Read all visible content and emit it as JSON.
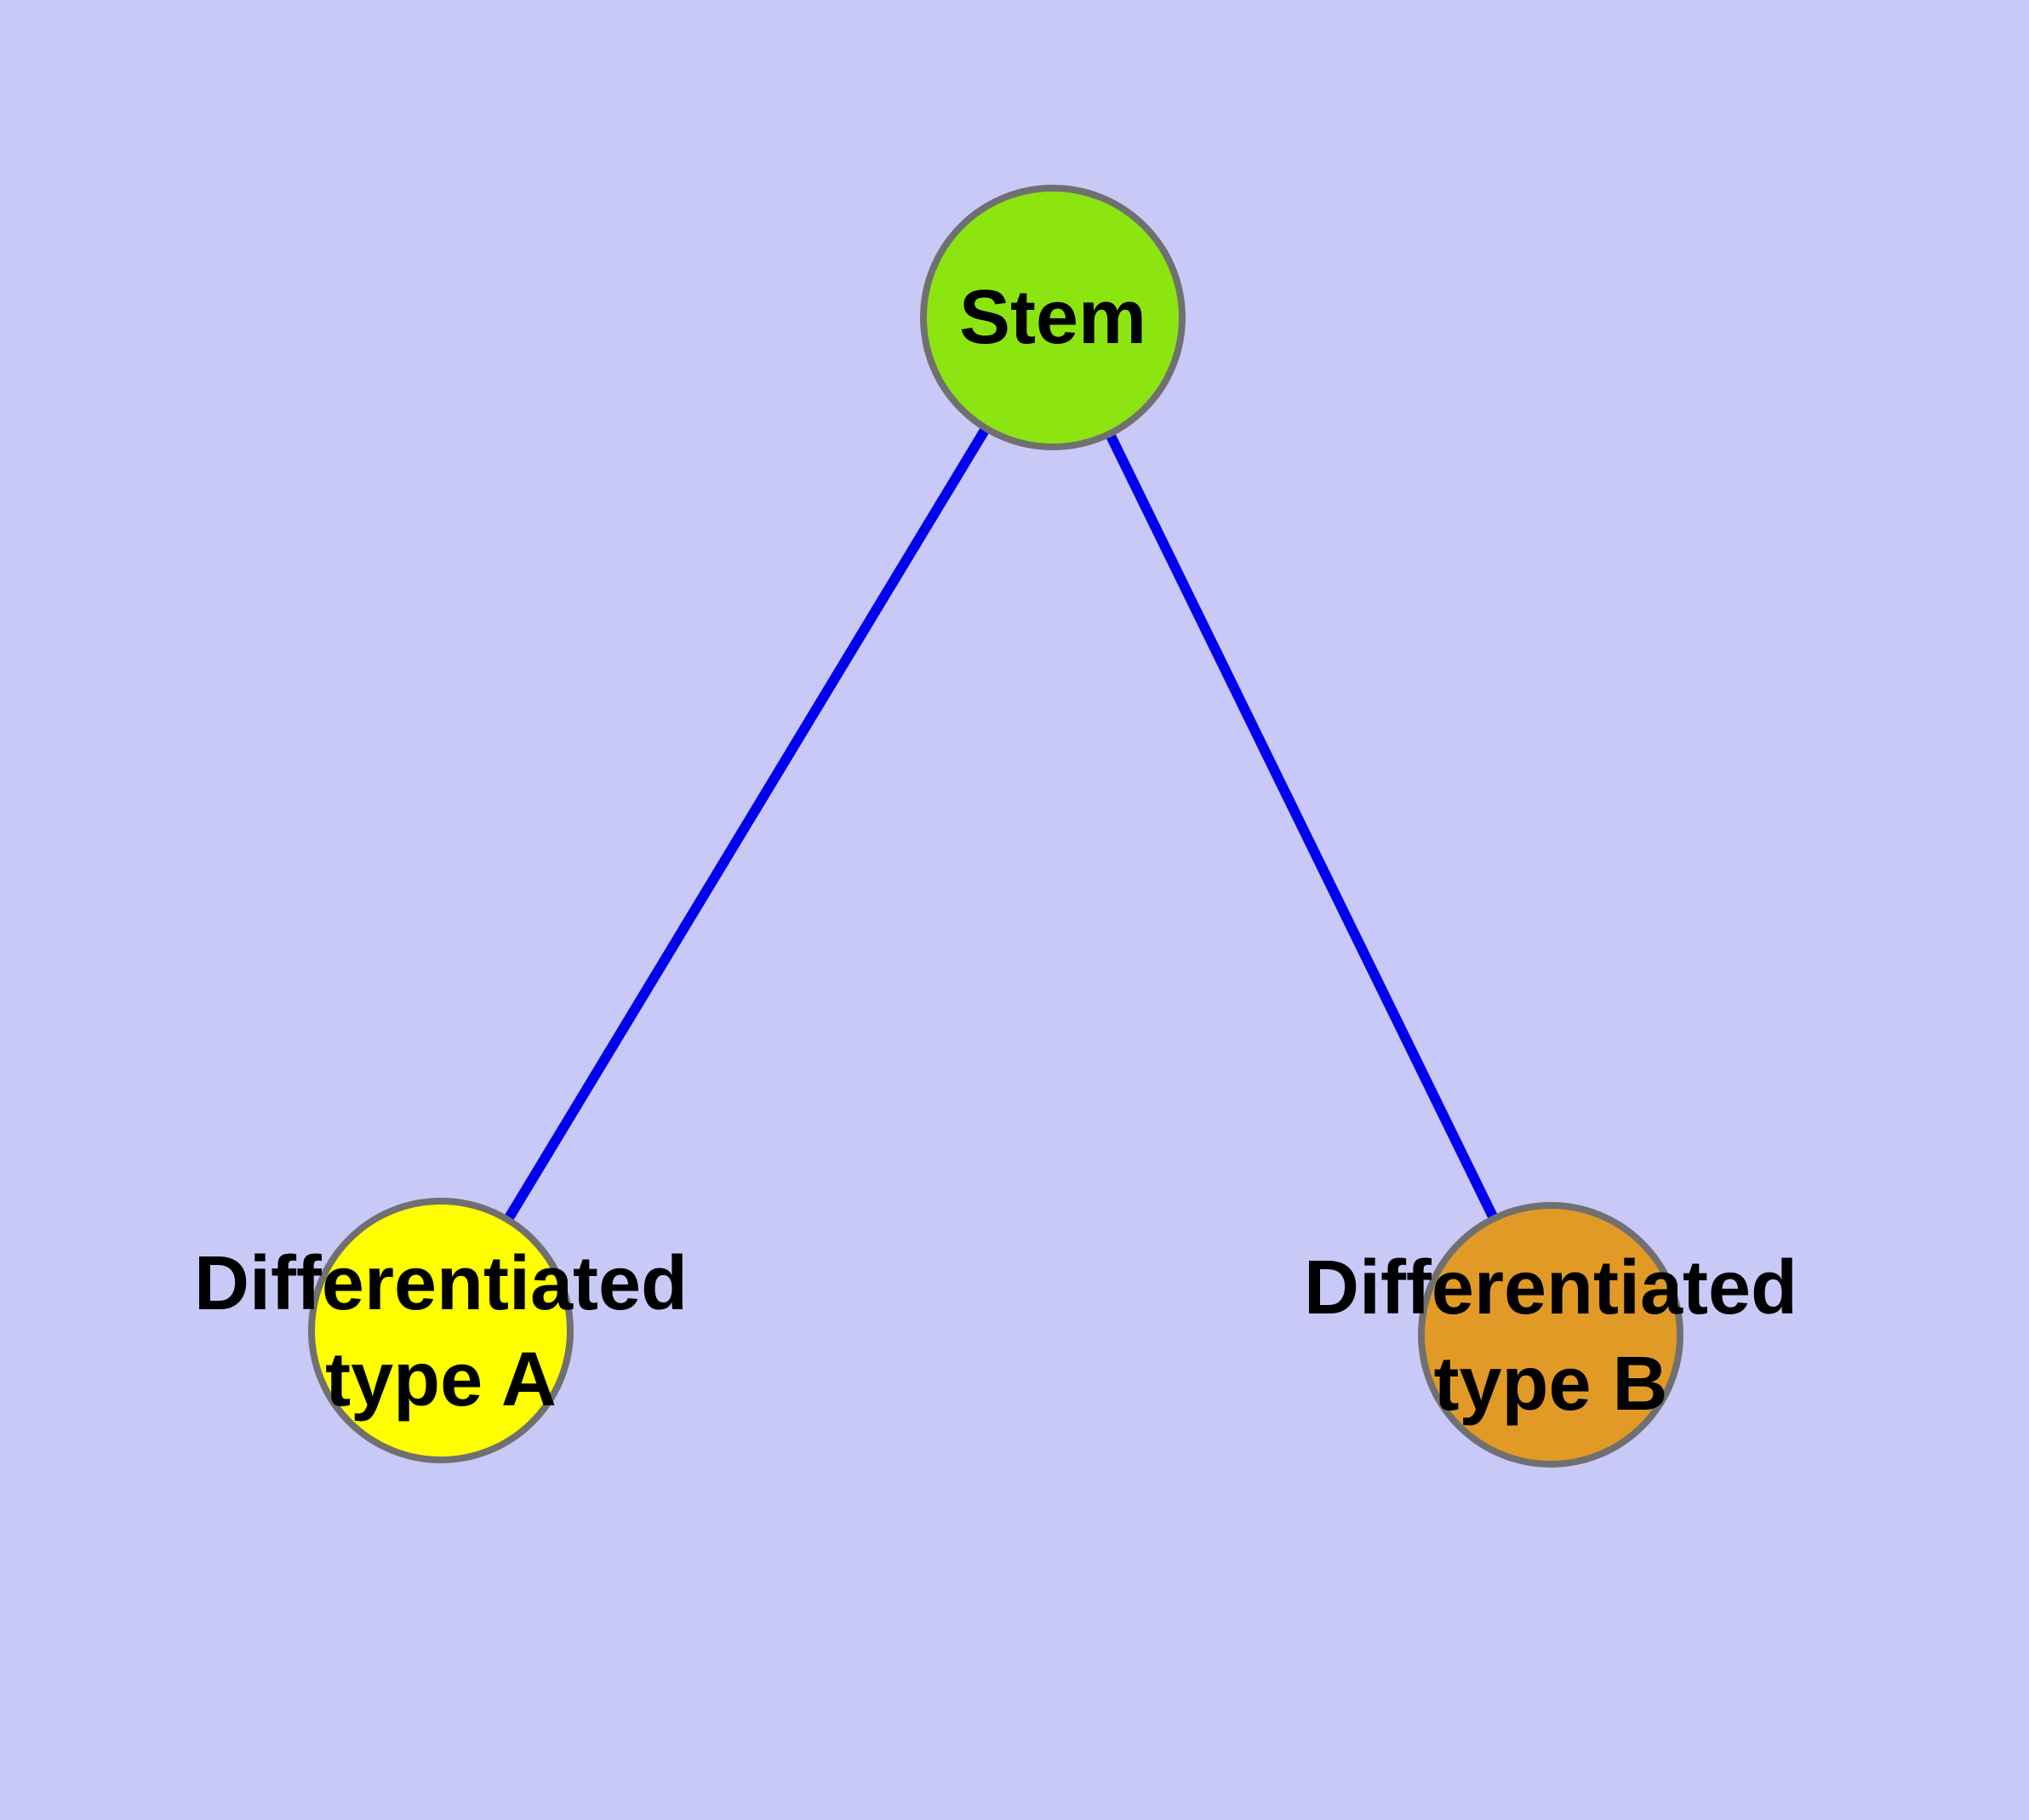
{
  "canvas": {
    "background_color": "#C9C9F8"
  },
  "diagram": {
    "type": "graph",
    "text_color": "#000000",
    "node_border_color": "#707070",
    "edge_color": "#0000EE",
    "nodes": [
      {
        "id": "stem",
        "label": [
          "Stem"
        ],
        "fill": "#8CE510"
      },
      {
        "id": "type-a",
        "label": [
          "Differentiated",
          "type A"
        ],
        "fill": "#FFFF00"
      },
      {
        "id": "type-b",
        "label": [
          "Differentiated",
          "type B"
        ],
        "fill": "#E29A26"
      }
    ],
    "edges": [
      {
        "source": "stem",
        "target": "type-a"
      },
      {
        "source": "stem",
        "target": "type-b"
      }
    ]
  }
}
